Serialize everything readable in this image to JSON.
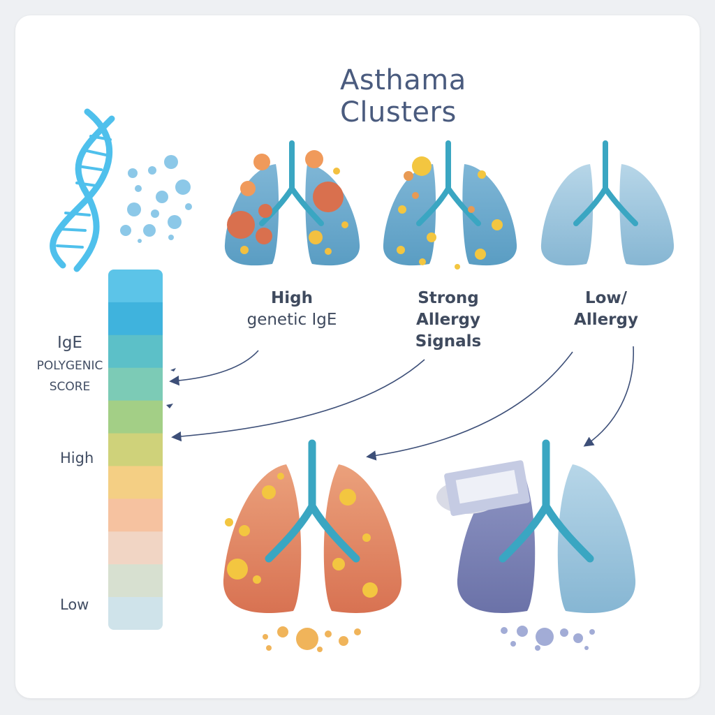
{
  "title": "Asthama Clusters",
  "clusters": [
    {
      "line1": "High",
      "line2": "genetic IgE"
    },
    {
      "line1": "Strong",
      "line2": "Allergy",
      "line3": "Signals"
    },
    {
      "line1": "Low/",
      "line2": "Allergy"
    }
  ],
  "scale": {
    "title_line1": "IgE",
    "title_line2": "POLYGENIC",
    "title_line3": "SCORE",
    "high_label": "High",
    "low_label": "Low"
  },
  "colors": {
    "gradient": [
      "#5cc4e8",
      "#3fb3dd",
      "#5cc0c8",
      "#7ccbb6",
      "#a3cf86",
      "#cfd27a",
      "#f4cf84",
      "#f6c2a0",
      "#f1d5c4",
      "#d7e0d0",
      "#cfe3ea"
    ],
    "airway": "#3aa6c2",
    "arrow": "#3d4f78"
  }
}
